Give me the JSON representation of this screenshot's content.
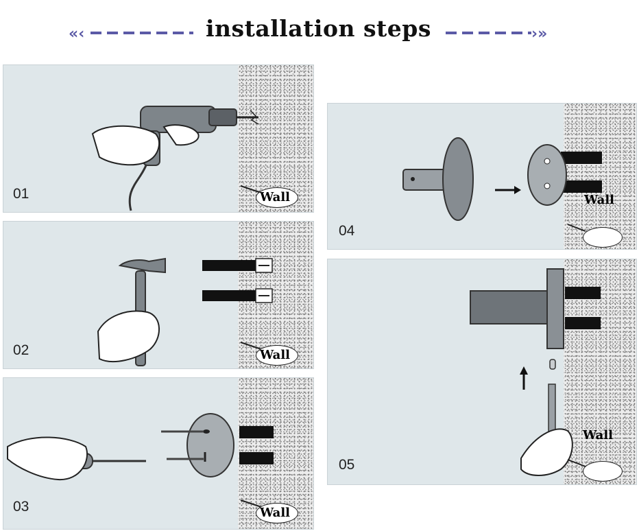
{
  "title": "installation steps",
  "wall_label": "Wall",
  "steps": [
    {
      "number": "01"
    },
    {
      "number": "02"
    },
    {
      "number": "03"
    },
    {
      "number": "04"
    },
    {
      "number": "05"
    }
  ],
  "colors": {
    "arrow": "#5b5aa6",
    "panel_bg": "#dfe7ea",
    "metal": "#7e858a"
  }
}
